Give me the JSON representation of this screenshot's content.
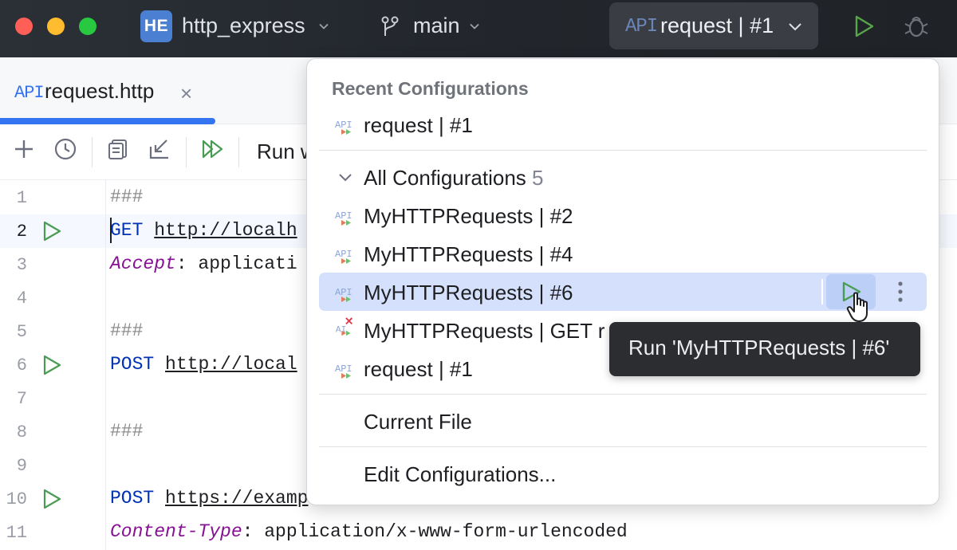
{
  "titlebar": {
    "project_badge": "HE",
    "project_name": "http_express",
    "branch_name": "main",
    "run_config_icon": "API",
    "run_config_label": "request | #1",
    "icons": [
      "chevron-down-icon",
      "git-branch-icon",
      "run-icon",
      "debug-icon"
    ]
  },
  "editor_tab": {
    "icon_label": "API",
    "file_name": "request.http",
    "close_glyph": "×"
  },
  "toolbar": {
    "run_with_label": "Run w",
    "icons": [
      "add-icon",
      "history-icon",
      "examples-icon",
      "import-icon",
      "run-all-icon"
    ]
  },
  "editor": {
    "line_numbers": [
      "1",
      "2",
      "3",
      "4",
      "5",
      "6",
      "7",
      "8",
      "9",
      "10",
      "11"
    ],
    "current_line": "2",
    "lines": {
      "l1": "###",
      "l2_method": "GET",
      "l2_url": "http://localh",
      "l3_header": "Accept",
      "l3_value": ": applicati",
      "l5": "###",
      "l6_method": "POST",
      "l6_url": "http://local",
      "l8": "###",
      "l10_method": "POST",
      "l10_url": "https://examp",
      "l11_header": "Content-Type",
      "l11_value": ": application/x-www-form-urlencoded"
    }
  },
  "popup": {
    "recent_title": "Recent Configurations",
    "recent_item": "request | #1",
    "all_label": "All Configurations",
    "all_count": "5",
    "items": [
      "MyHTTPRequests | #2",
      "MyHTTPRequests | #4",
      "MyHTTPRequests | #6",
      "MyHTTPRequests | GET r",
      "request | #1"
    ],
    "highlighted_index": 2,
    "current_file": "Current File",
    "edit_configurations": "Edit Configurations..."
  },
  "tooltip": {
    "text": "Run 'MyHTTPRequests | #6'"
  },
  "colors": {
    "accent": "#3574f0",
    "run_green": "#499c54",
    "highlight": "#d5e1fc",
    "error_red": "#db3b4b"
  }
}
